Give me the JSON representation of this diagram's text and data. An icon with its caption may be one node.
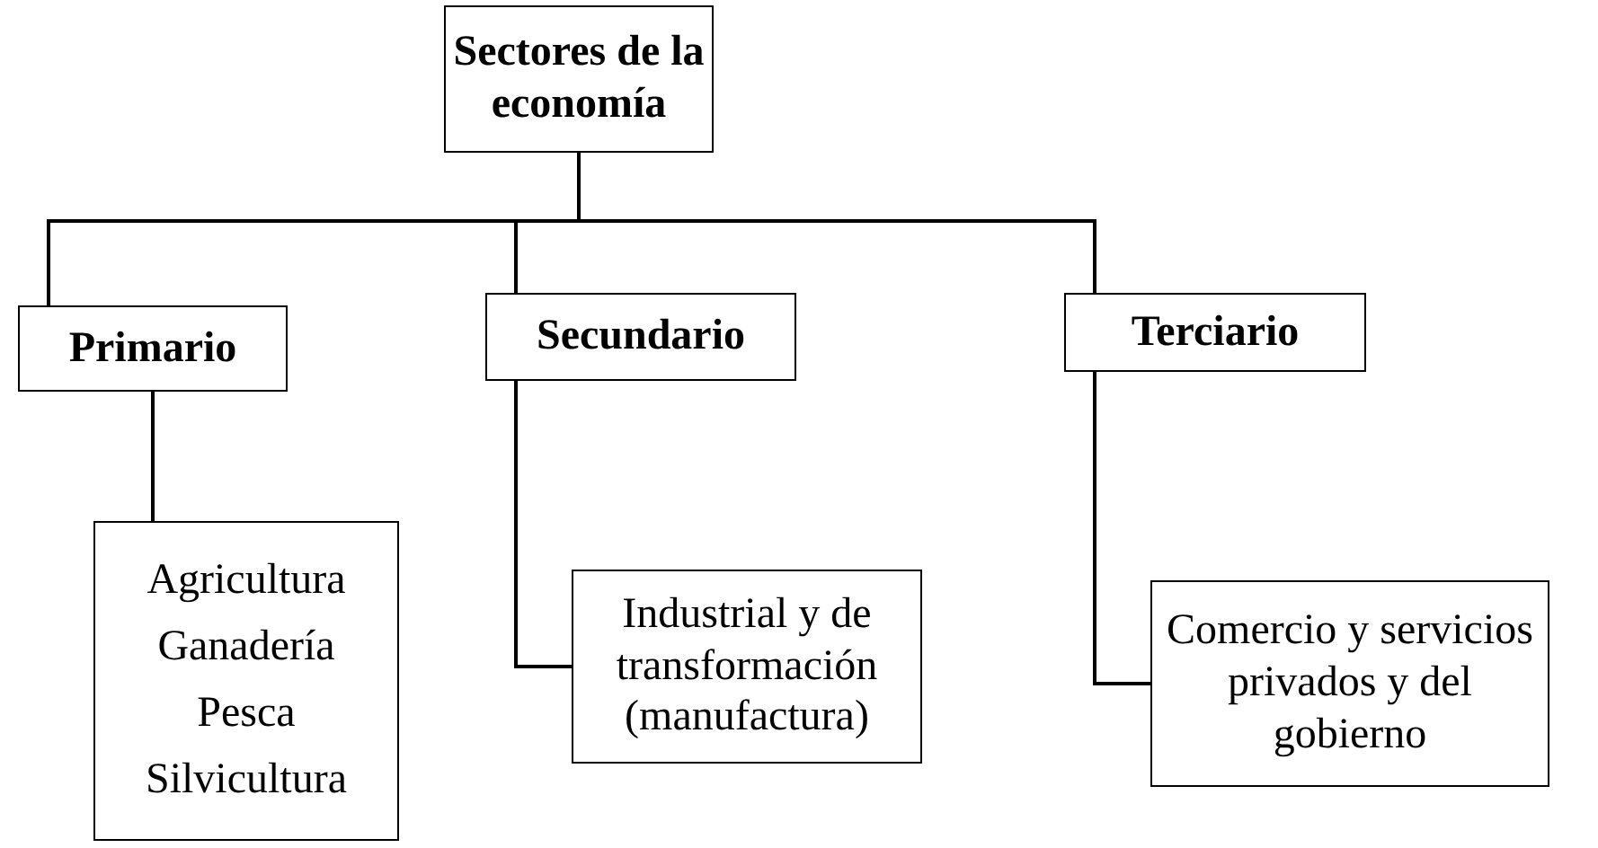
{
  "diagram": {
    "nodes": [
      {
        "text": [
          "Sectores de la economía"
        ]
      },
      {
        "text": [
          "Primario"
        ]
      },
      {
        "text": [
          "Secundario"
        ]
      },
      {
        "text": [
          "Terciario"
        ]
      },
      {
        "text": [
          "Agricultura",
          "Ganadería",
          "Pesca",
          "Silvicultura"
        ]
      },
      {
        "text": [
          "Industrial y de transformación (manufactura)"
        ]
      },
      {
        "text": [
          "Comercio y servicios privados y del gobierno"
        ]
      }
    ],
    "edges": [
      {
        "from": 0,
        "to": 1,
        "arrow": "none"
      },
      {
        "from": 0,
        "to": 2,
        "arrow": "none"
      },
      {
        "from": 0,
        "to": 3,
        "arrow": "none"
      },
      {
        "from": 1,
        "to": 4,
        "arrow": "none"
      },
      {
        "from": 2,
        "to": 5,
        "arrow": "none"
      },
      {
        "from": 3,
        "to": 6,
        "arrow": "none"
      }
    ]
  }
}
